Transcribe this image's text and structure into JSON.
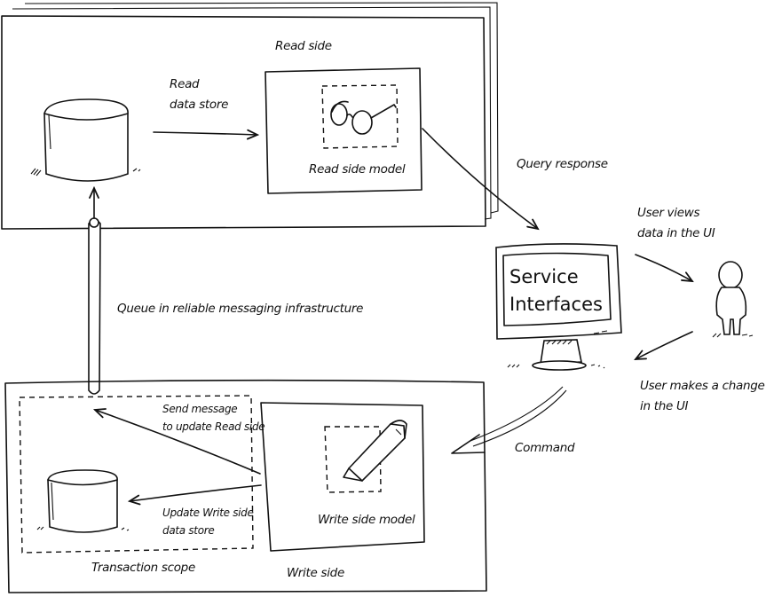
{
  "diagram": {
    "read_side": {
      "title": "Read side",
      "data_store_label_line1": "Read",
      "data_store_label_line2": "data store",
      "model_label": "Read side model",
      "model_icon": "glasses-icon"
    },
    "query_response_label": "Query response",
    "service_interfaces": {
      "line1": "Service",
      "line2": "Interfaces",
      "icon": "monitor-icon"
    },
    "user": {
      "icon": "person-icon",
      "views_line1": "User views",
      "views_line2": "data in the UI",
      "change_line1": "User makes a change",
      "change_line2": "in the UI"
    },
    "command_label": "Command",
    "queue_label": "Queue in reliable messaging infrastructure",
    "write_side": {
      "title": "Write side",
      "model_label": "Write side model",
      "model_icon": "pencil-icon",
      "transaction_scope_label": "Transaction scope",
      "send_message_line1": "Send message",
      "send_message_line2": "to update Read side",
      "update_store_line1": "Update Write side",
      "update_store_line2": "data store"
    }
  }
}
